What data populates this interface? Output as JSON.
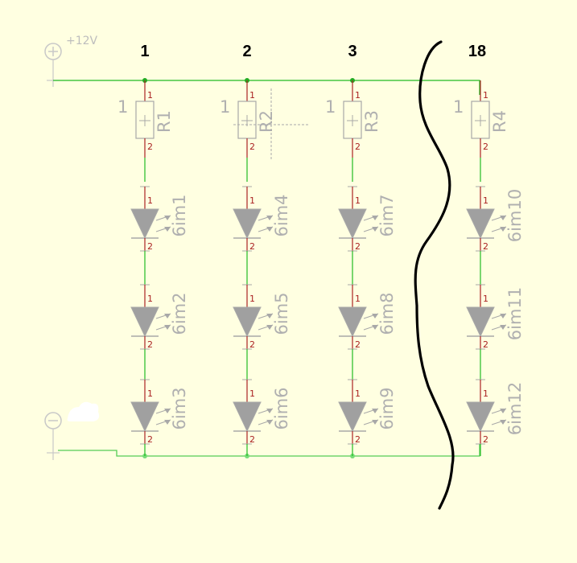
{
  "supply": {
    "positive_label": "+12V"
  },
  "columns": [
    {
      "number": "1",
      "resistor": {
        "ref": "R1",
        "pin1_outer": "1",
        "pin1": "1",
        "pin2": "2"
      },
      "leds": [
        {
          "ref": "6im1",
          "pin1": "1",
          "pin2": "2"
        },
        {
          "ref": "6im2",
          "pin1": "1",
          "pin2": "2"
        },
        {
          "ref": "6im3",
          "pin1": "1",
          "pin2": "2"
        }
      ]
    },
    {
      "number": "2",
      "resistor": {
        "ref": "R2",
        "pin1_outer": "1",
        "pin1": "1",
        "pin2": "2"
      },
      "leds": [
        {
          "ref": "6im4",
          "pin1": "1",
          "pin2": "2"
        },
        {
          "ref": "6im5",
          "pin1": "1",
          "pin2": "2"
        },
        {
          "ref": "6im6",
          "pin1": "1",
          "pin2": "2"
        }
      ]
    },
    {
      "number": "3",
      "resistor": {
        "ref": "R3",
        "pin1_outer": "1",
        "pin1": "1",
        "pin2": "2"
      },
      "leds": [
        {
          "ref": "6im7",
          "pin1": "1",
          "pin2": "2"
        },
        {
          "ref": "6im8",
          "pin1": "1",
          "pin2": "2"
        },
        {
          "ref": "6im9",
          "pin1": "1",
          "pin2": "2"
        }
      ]
    },
    {
      "number": "18",
      "resistor": {
        "ref": "R4",
        "pin1_outer": "1",
        "pin1": "1",
        "pin2": "2"
      },
      "leds": [
        {
          "ref": "6im10",
          "pin1": "1",
          "pin2": "2"
        },
        {
          "ref": "6im11",
          "pin1": "1",
          "pin2": "2"
        },
        {
          "ref": "6im12",
          "pin1": "1",
          "pin2": "2"
        }
      ]
    }
  ],
  "colors": {
    "background": "#ffffe1",
    "wire": "#22bb22",
    "lead": "#aa2222",
    "component": "#a8a8a8",
    "led_fill": "#a0a0a0",
    "junction": "#22aa22",
    "junction_bottom": "#77dd77",
    "break_line": "#000000"
  }
}
